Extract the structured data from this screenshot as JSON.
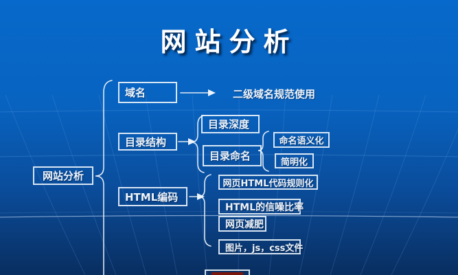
{
  "slide": {
    "title": "网站分析",
    "colors": {
      "background_top": "#0768c8",
      "background_bottom": "#092e60",
      "mesh_line": "#6aa6e6",
      "box_border": "#e4eef8",
      "text": "#eef4fb",
      "title_text": "#ffffff",
      "cutoff_text_red": "#7a170d"
    },
    "tree": {
      "root_label": "网站分析",
      "branches": [
        {
          "label": "域名",
          "result": "二级域名规范使用"
        },
        {
          "label": "目录结构",
          "children": [
            {
              "label": "目录深度"
            },
            {
              "label": "目录命名",
              "children": [
                {
                  "label": "命名语义化"
                },
                {
                  "label": "简明化"
                }
              ]
            }
          ]
        },
        {
          "label": "HTML编码",
          "children": [
            {
              "label": "网页HTML代码规则化"
            },
            {
              "label": "HTML的信噪比率"
            },
            {
              "label": "网页减肥"
            },
            {
              "label": "图片，js，css文件"
            }
          ]
        }
      ]
    }
  }
}
